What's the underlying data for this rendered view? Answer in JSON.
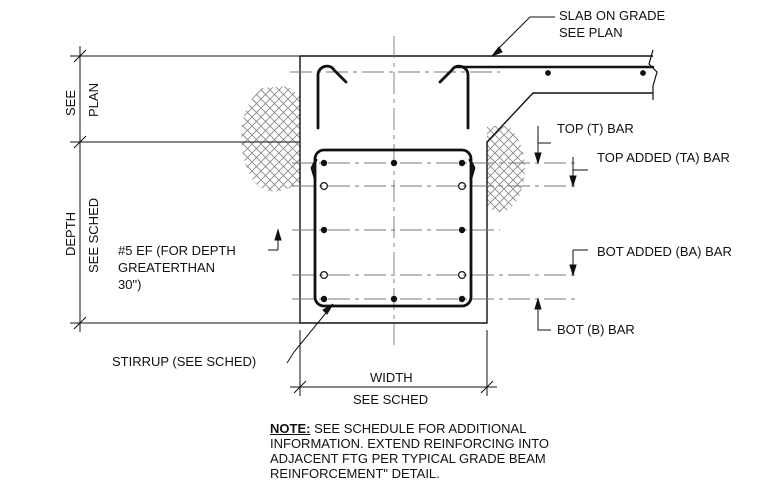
{
  "labels": {
    "slab_line1": "SLAB ON GRADE",
    "slab_line2": "SEE PLAN",
    "top_bar": "TOP (T) BAR",
    "top_added_bar": "TOP ADDED (TA) BAR",
    "bot_added_bar": "BOT ADDED (BA) BAR",
    "bot_bar": "BOT (B) BAR",
    "ef_line1": "#5 EF (FOR DEPTH",
    "ef_line2": "GREATERTHAN",
    "ef_line3": "30\")",
    "stirrup": "STIRRUP (SEE SCHED)",
    "width": "WIDTH",
    "width_sched": "SEE SCHED",
    "see": "SEE",
    "plan": "PLAN",
    "depth": "DEPTH",
    "depth_sched": "SEE SCHED"
  },
  "note": {
    "heading": "NOTE:",
    "line1": " SEE SCHEDULE FOR ADDITIONAL",
    "line2": "INFORMATION.  EXTEND REINFORCING INTO",
    "line3": "ADJACENT FTG PER TYPICAL GRADE BEAM",
    "line4": "REINFORCEMENT\" DETAIL."
  }
}
